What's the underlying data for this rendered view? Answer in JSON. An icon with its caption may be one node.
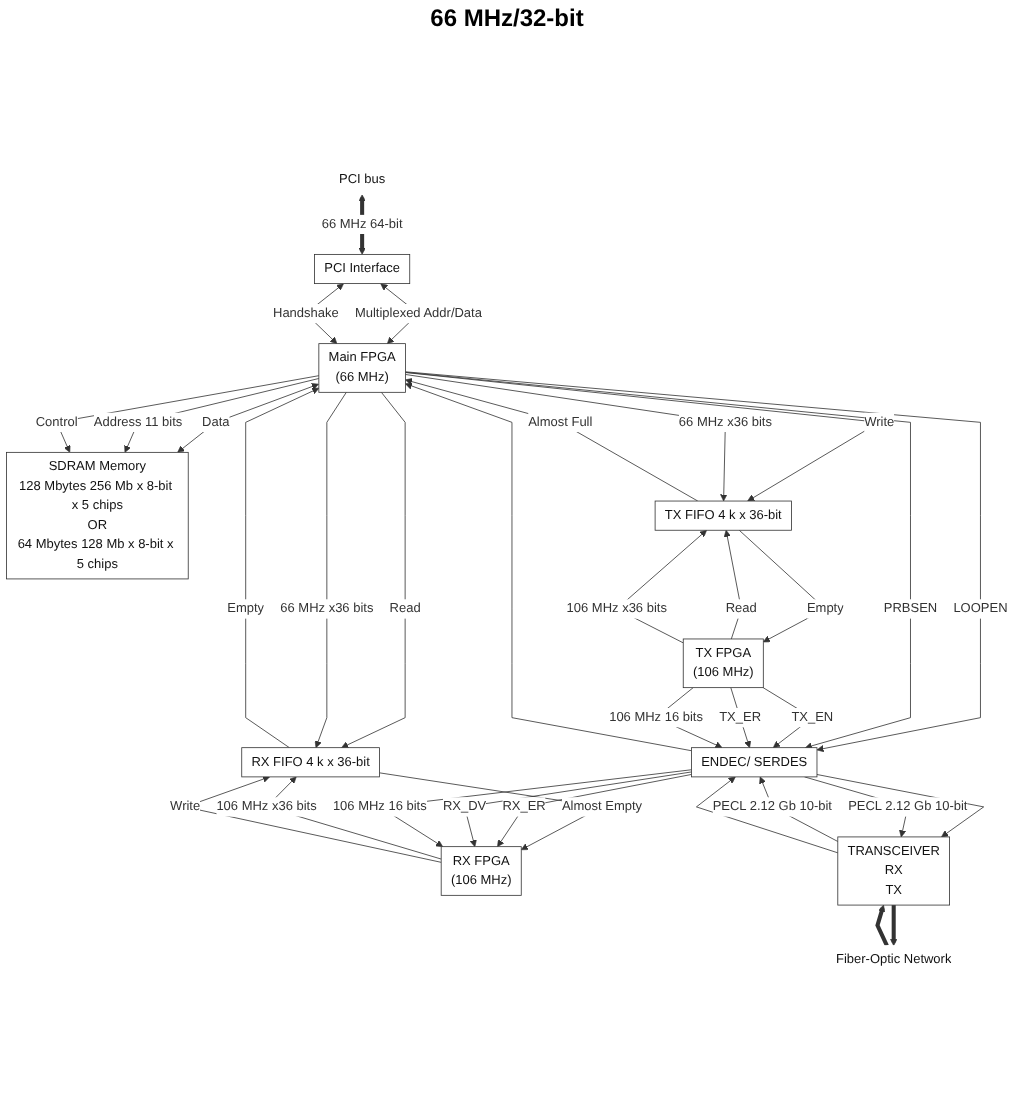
{
  "diagram": {
    "nodes": [
      {
        "text": [
          "PCI bus"
        ]
      },
      {
        "text": [
          "PCI Interface"
        ]
      },
      {
        "text": [
          "SDRAM Memory",
          "128 Mbytes 256 Mb x 8-bit x 5 chips",
          "OR",
          "64 Mbytes 128 Mb x 8-bit x 5 chips"
        ]
      },
      {
        "text": [
          "RX FIFO 4 k x 36-bit"
        ]
      },
      {
        "text": [
          "Main FPGA",
          "(66 MHz)"
        ]
      },
      {
        "text": [
          "TX FIFO 4 k x 36-bit"
        ]
      },
      {
        "text": [
          "RX FPGA",
          "(106 MHz)"
        ]
      },
      {
        "text": [
          "ENDEC/ SERDES"
        ]
      },
      {
        "text": [
          "TX FPGA",
          "(106 MHz)"
        ]
      },
      {
        "text": [
          "TRANSCEIVER",
          "RX",
          "TX"
        ]
      },
      {
        "text": [
          "Fiber-Optic Network"
        ]
      }
    ],
    "edges": [
      {
        "from": 0,
        "to": 1,
        "arrow": "both",
        "label": "66 MHz 64-bit",
        "style": "thick"
      },
      {
        "from": 1,
        "to": 4,
        "arrow": "both",
        "label": "Multiplexed Addr/Data"
      },
      {
        "from": 4,
        "to": 2,
        "arrow": "both",
        "label": "Data"
      },
      {
        "from": 1,
        "to": 4,
        "arrow": "both",
        "label": "Handshake"
      },
      {
        "from": 4,
        "to": 2,
        "arrow": "to",
        "label": "Address 11 bits"
      },
      {
        "from": 4,
        "to": 2,
        "arrow": "to",
        "label": "Control"
      },
      {
        "from": 4,
        "to": 3,
        "arrow": "to",
        "label": "Read"
      },
      {
        "from": 3,
        "to": 4,
        "arrow": "to",
        "label": "Empty"
      },
      {
        "from": 4,
        "to": 3,
        "arrow": "to",
        "label": "66 MHz x36 bits"
      },
      {
        "from": 4,
        "to": 5,
        "arrow": "to",
        "label": "Write"
      },
      {
        "from": 5,
        "to": 4,
        "arrow": "to",
        "label": "Almost Full"
      },
      {
        "from": 4,
        "to": 5,
        "arrow": "to",
        "label": "66 MHz x36 bits"
      },
      {
        "from": 6,
        "to": 3,
        "arrow": "to",
        "label": "106 MHz x36 bits"
      },
      {
        "from": 3,
        "to": 6,
        "arrow": "to",
        "label": "Almost Empty"
      },
      {
        "from": 6,
        "to": 3,
        "arrow": "to",
        "label": "Write"
      },
      {
        "from": 8,
        "to": 5,
        "arrow": "to",
        "label": "Read"
      },
      {
        "from": 5,
        "to": 8,
        "arrow": "to",
        "label": "Empty"
      },
      {
        "from": 8,
        "to": 5,
        "arrow": "to",
        "label": "106 MHz x36 bits"
      },
      {
        "from": 4,
        "to": 7,
        "arrow": "to",
        "label": "LOOPEN"
      },
      {
        "from": 4,
        "to": 7,
        "arrow": "to",
        "label": "PRBSEN"
      },
      {
        "from": 7,
        "to": 4,
        "arrow": "to"
      },
      {
        "from": 7,
        "to": 6,
        "arrow": "to",
        "label": "RX_ER"
      },
      {
        "from": 7,
        "to": 6,
        "arrow": "to",
        "label": "RX_DV"
      },
      {
        "from": 7,
        "to": 6,
        "arrow": "to",
        "label": "106 MHz 16 bits"
      },
      {
        "from": 8,
        "to": 7,
        "arrow": "to",
        "label": "TX_EN"
      },
      {
        "from": 8,
        "to": 7,
        "arrow": "to",
        "label": "TX_ER"
      },
      {
        "from": 8,
        "to": 7,
        "arrow": "to",
        "label": "106 MHz 16 bits"
      },
      {
        "from": 9,
        "to": 7,
        "arrow": "to",
        "label": "PECL 2.12 Gb 10-bit"
      },
      {
        "from": 9,
        "to": 7,
        "arrow": "to"
      },
      {
        "from": 7,
        "to": 9,
        "arrow": "to"
      },
      {
        "from": 7,
        "to": 9,
        "arrow": "to",
        "label": "PECL 2.12 Gb 10-bit"
      },
      {
        "from": 10,
        "to": 9,
        "arrow": "to",
        "style": "thick"
      },
      {
        "from": 9,
        "to": 10,
        "arrow": "to",
        "style": "thick"
      }
    ],
    "labels": [
      "66 MHz/32-bit"
    ]
  }
}
